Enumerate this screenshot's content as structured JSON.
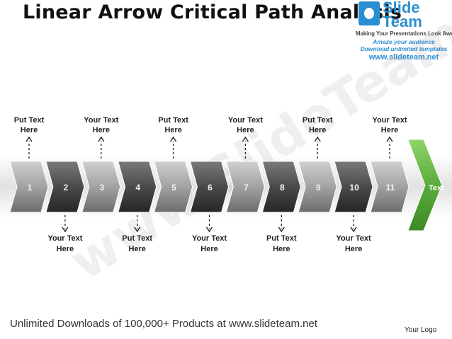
{
  "title": "Linear Arrow Critical Path Analysis",
  "brand": {
    "name_line1": "Slide",
    "name_line2": "Team",
    "tagline1": "Making Your Presentations Look Awesome",
    "tagline2": "Amaze your audience",
    "tagline3": "Download unlimited templates",
    "url": "www.slideteam.net"
  },
  "watermark": "www.SlideTeam.net",
  "diagram": {
    "steps": [
      "1",
      "2",
      "3",
      "4",
      "5",
      "6",
      "7",
      "8",
      "9",
      "10",
      "11"
    ],
    "final": "Text",
    "top_labels": [
      {
        "step": 1,
        "line1": "Put Text",
        "line2": "Here"
      },
      {
        "step": 3,
        "line1": "Your Text",
        "line2": "Here"
      },
      {
        "step": 5,
        "line1": "Put Text",
        "line2": "Here"
      },
      {
        "step": 7,
        "line1": "Your Text",
        "line2": "Here"
      },
      {
        "step": 9,
        "line1": "Put Text",
        "line2": "Here"
      },
      {
        "step": 11,
        "line1": "Your Text",
        "line2": "Here"
      }
    ],
    "bottom_labels": [
      {
        "step": 2,
        "line1": "Your Text",
        "line2": "Here"
      },
      {
        "step": 4,
        "line1": "Put Text",
        "line2": "Here"
      },
      {
        "step": 6,
        "line1": "Your Text",
        "line2": "Here"
      },
      {
        "step": 8,
        "line1": "Put Text",
        "line2": "Here"
      },
      {
        "step": 10,
        "line1": "Your Text",
        "line2": "Here"
      }
    ],
    "colors": {
      "light_chevron": "#9c9c9c",
      "dark_chevron": "#4e4e4e",
      "final_chevron": "#5aac3c",
      "band": "#e4e4e4"
    }
  },
  "footer": "Unlimited Downloads of 100,000+ Products at www.slideteam.net",
  "logo_placeholder": "Your Logo"
}
